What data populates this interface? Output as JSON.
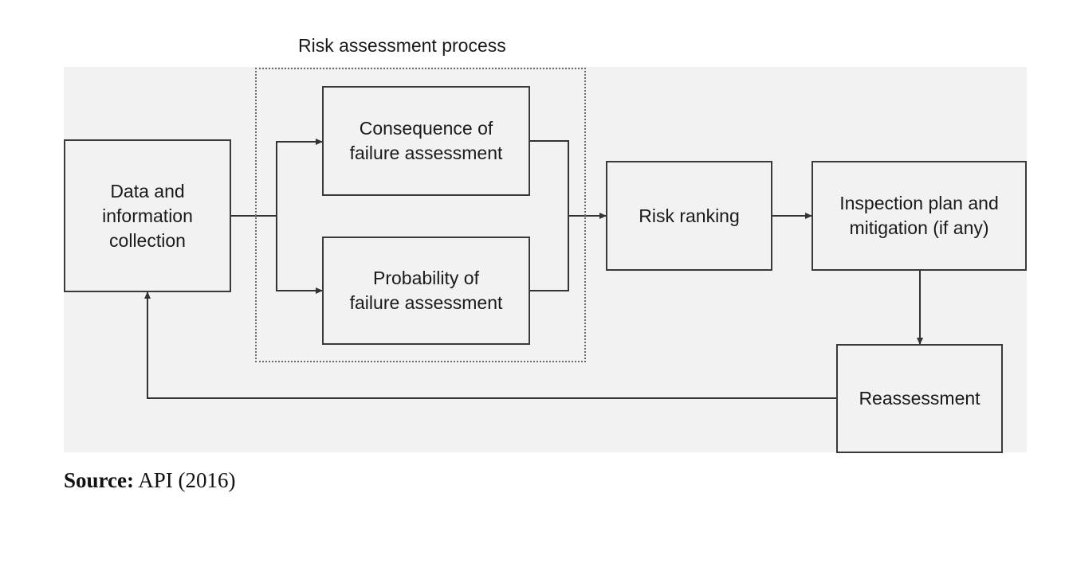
{
  "diagram": {
    "group_title": "Risk assessment process",
    "nodes": {
      "data_collection": "Data and\ninformation\ncollection",
      "consequence": "Consequence of\nfailure assessment",
      "probability": "Probability of\nfailure assessment",
      "risk_ranking": "Risk ranking",
      "inspection_plan": "Inspection plan and\nmitigation (if any)",
      "reassessment": "Reassessment"
    }
  },
  "caption": {
    "source_label": "Source:",
    "source_text": "API (2016)"
  }
}
